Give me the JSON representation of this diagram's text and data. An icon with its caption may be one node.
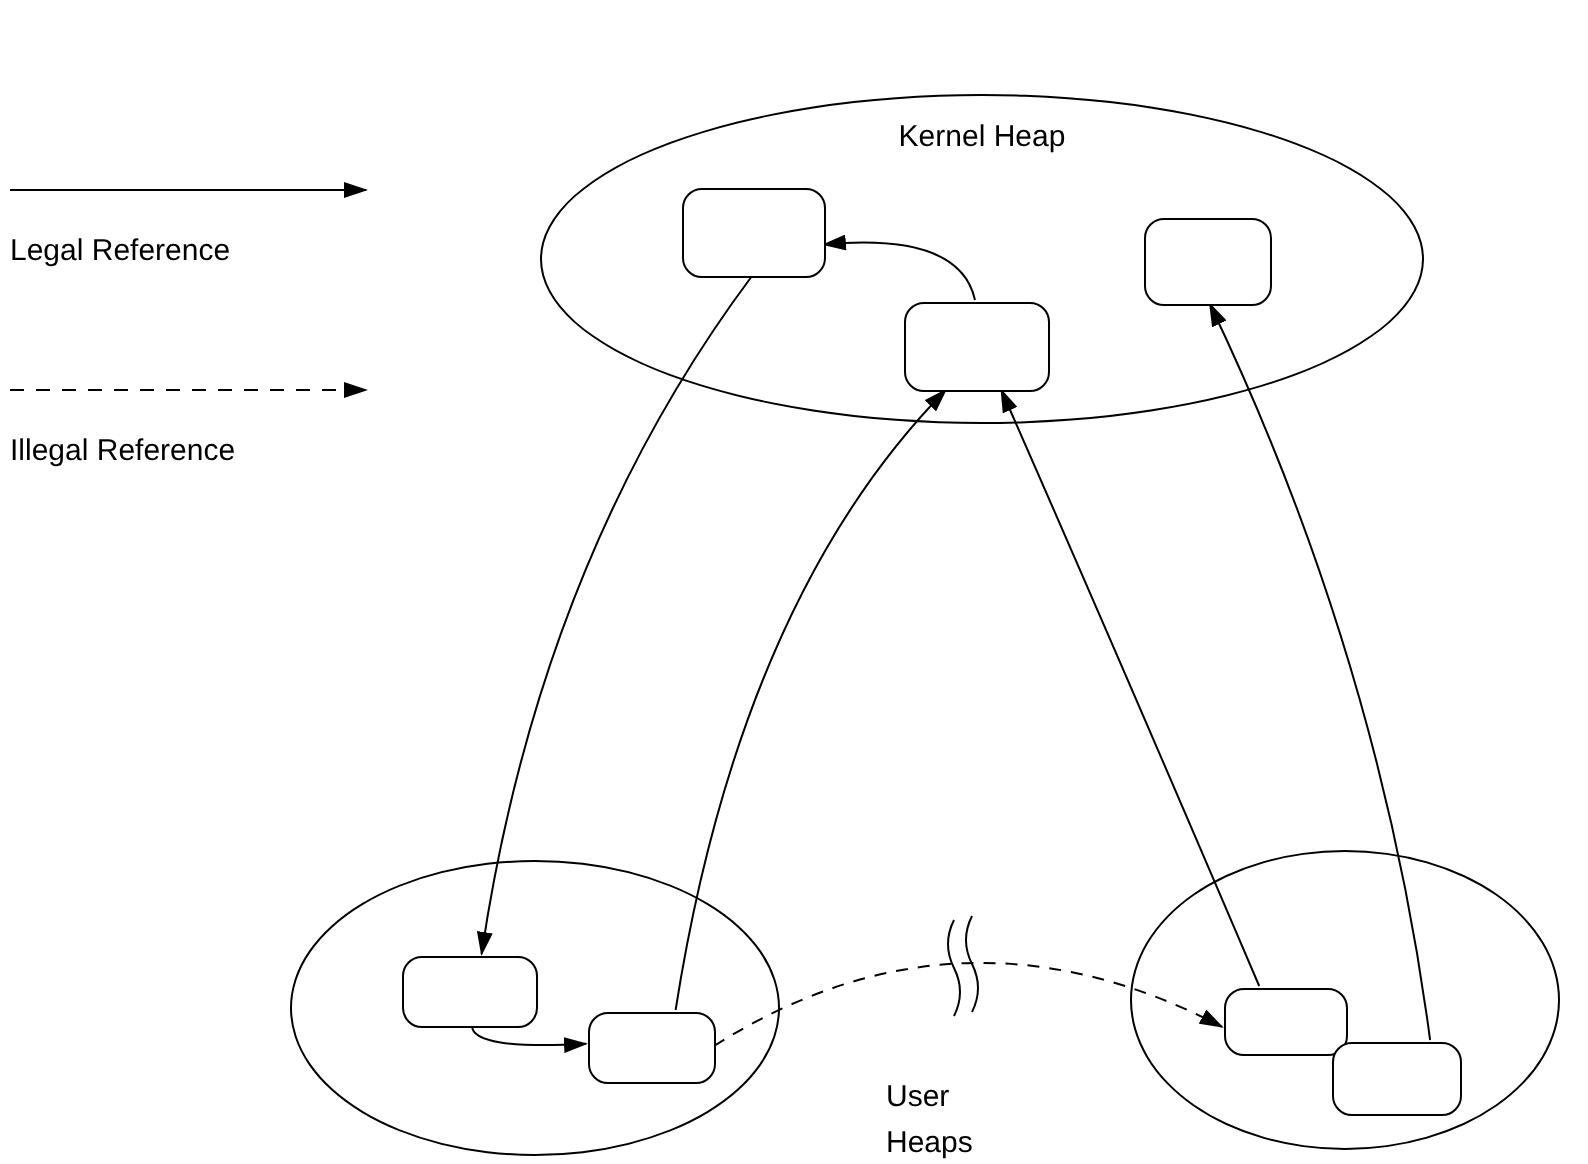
{
  "diagram": {
    "nodes": [
      {
        "text": [
          "Kernel Heap"
        ]
      },
      {
        "text": [],
        "shape": "box",
        "in": 0
      },
      {
        "text": [],
        "shape": "box",
        "in": 0
      },
      {
        "text": [],
        "shape": "box",
        "in": 0
      },
      {
        "text": [],
        "shape": "ellipse"
      },
      {
        "text": [],
        "shape": "box",
        "in": 4
      },
      {
        "text": [],
        "shape": "box",
        "in": 4
      },
      {
        "text": [],
        "shape": "ellipse"
      },
      {
        "text": [],
        "shape": "box",
        "in": 7
      },
      {
        "text": [],
        "shape": "box",
        "in": 7
      }
    ],
    "edges": [
      {
        "from": 2,
        "to": 1,
        "arrow": "to"
      },
      {
        "from": 1,
        "to": 5,
        "arrow": "to"
      },
      {
        "from": 6,
        "to": 2,
        "arrow": "to"
      },
      {
        "from": 8,
        "to": 2,
        "arrow": "to"
      },
      {
        "from": 9,
        "to": 3,
        "arrow": "to"
      },
      {
        "from": 5,
        "to": 6,
        "arrow": "to"
      },
      {
        "from": 6,
        "to": 8,
        "arrow": "to",
        "style": "dashed"
      }
    ],
    "labels": [
      "User Heaps"
    ],
    "legend": [
      {
        "text": "Legal Reference"
      },
      {
        "text": "Illegal Reference"
      }
    ]
  }
}
